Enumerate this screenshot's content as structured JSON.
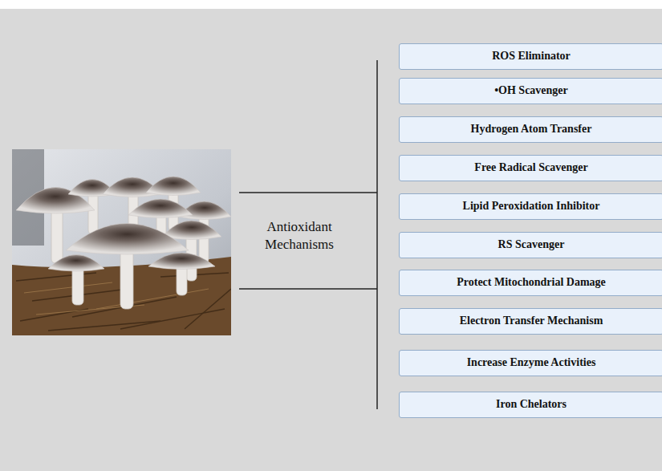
{
  "diagram": {
    "nodes": [
      {
        "text": [
          "ROS Eliminator"
        ]
      },
      {
        "text": [
          "•OH Scavenger"
        ]
      },
      {
        "text": [
          "Hydrogen Atom Transfer"
        ]
      },
      {
        "text": [
          "Free Radical Scavenger"
        ]
      },
      {
        "text": [
          "Lipid Peroxidation Inhibitor"
        ]
      },
      {
        "text": [
          "RS Scavenger"
        ]
      },
      {
        "text": [
          "Protect Mitochondrial Damage"
        ]
      },
      {
        "text": [
          "Electron Transfer Mechanism"
        ]
      },
      {
        "text": [
          "Increase Enzyme Activities"
        ]
      },
      {
        "text": [
          "Iron Chelators"
        ]
      }
    ],
    "labels": [
      "Antioxidant Mechanisms"
    ]
  }
}
